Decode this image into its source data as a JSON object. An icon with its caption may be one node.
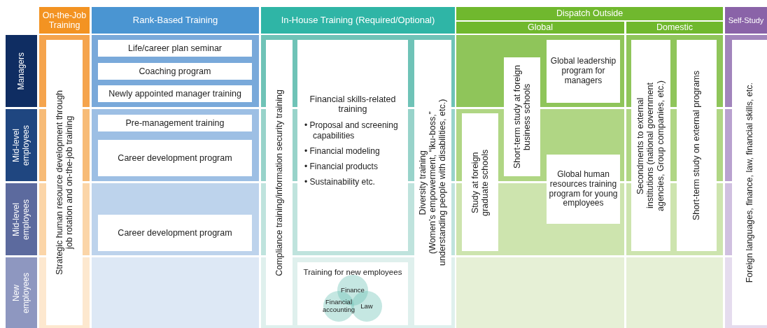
{
  "diagram": {
    "nodes": [
      {
        "text": [
          "On-the-Job Training"
        ]
      },
      {
        "text": [
          "Rank-Based Training"
        ]
      },
      {
        "text": [
          "In-House Training (Required/Optional)"
        ]
      },
      {
        "text": [
          "Dispatch Outside"
        ]
      },
      {
        "text": [
          "Global"
        ]
      },
      {
        "text": [
          "Domestic"
        ]
      },
      {
        "text": [
          "Self-Study"
        ]
      },
      {
        "text": [
          "Managers"
        ]
      },
      {
        "text": [
          "Mid-level employees"
        ]
      },
      {
        "text": [
          "Mid-level employees"
        ]
      },
      {
        "text": [
          "New employees"
        ]
      },
      {
        "text": [
          "Strategic human resource development through job rotation and on-the-job training"
        ]
      },
      {
        "text": [
          "Life/career plan seminar"
        ]
      },
      {
        "text": [
          "Coaching program"
        ]
      },
      {
        "text": [
          "Newly appointed manager training"
        ]
      },
      {
        "text": [
          "Pre-management training"
        ]
      },
      {
        "text": [
          "Career development program"
        ]
      },
      {
        "text": [
          "Career development program"
        ]
      },
      {
        "text": [
          "Compliance training/information security training"
        ]
      },
      {
        "text": [
          "Financial skills-related training",
          "• Proposal and screening capabilities",
          "• Financial modeling",
          "• Financial products",
          "• Sustainability etc."
        ]
      },
      {
        "text": [
          "Training for new employees"
        ]
      },
      {
        "text": [
          "Finance"
        ],
        "in": 20
      },
      {
        "text": [
          "Financial accounting"
        ],
        "in": 20
      },
      {
        "text": [
          "Law"
        ],
        "in": 20
      },
      {
        "text": [
          "Diversity training",
          "(Women’s empowerment, “iku-boss,” understanding people with disabilities, etc.)"
        ]
      },
      {
        "text": [
          "Study at foreign graduate schools"
        ]
      },
      {
        "text": [
          "Short-term study at foreign business schools"
        ]
      },
      {
        "text": [
          "Global leadership program for managers"
        ]
      },
      {
        "text": [
          "Global human resources training program for young employees"
        ]
      },
      {
        "text": [
          "Secondments to external institutions (national government agencies, Group companies, etc.)"
        ]
      },
      {
        "text": [
          "Short-term study on external programs"
        ]
      },
      {
        "text": [
          "Foreign languages, finance, law, financial skills, etc."
        ]
      }
    ]
  }
}
